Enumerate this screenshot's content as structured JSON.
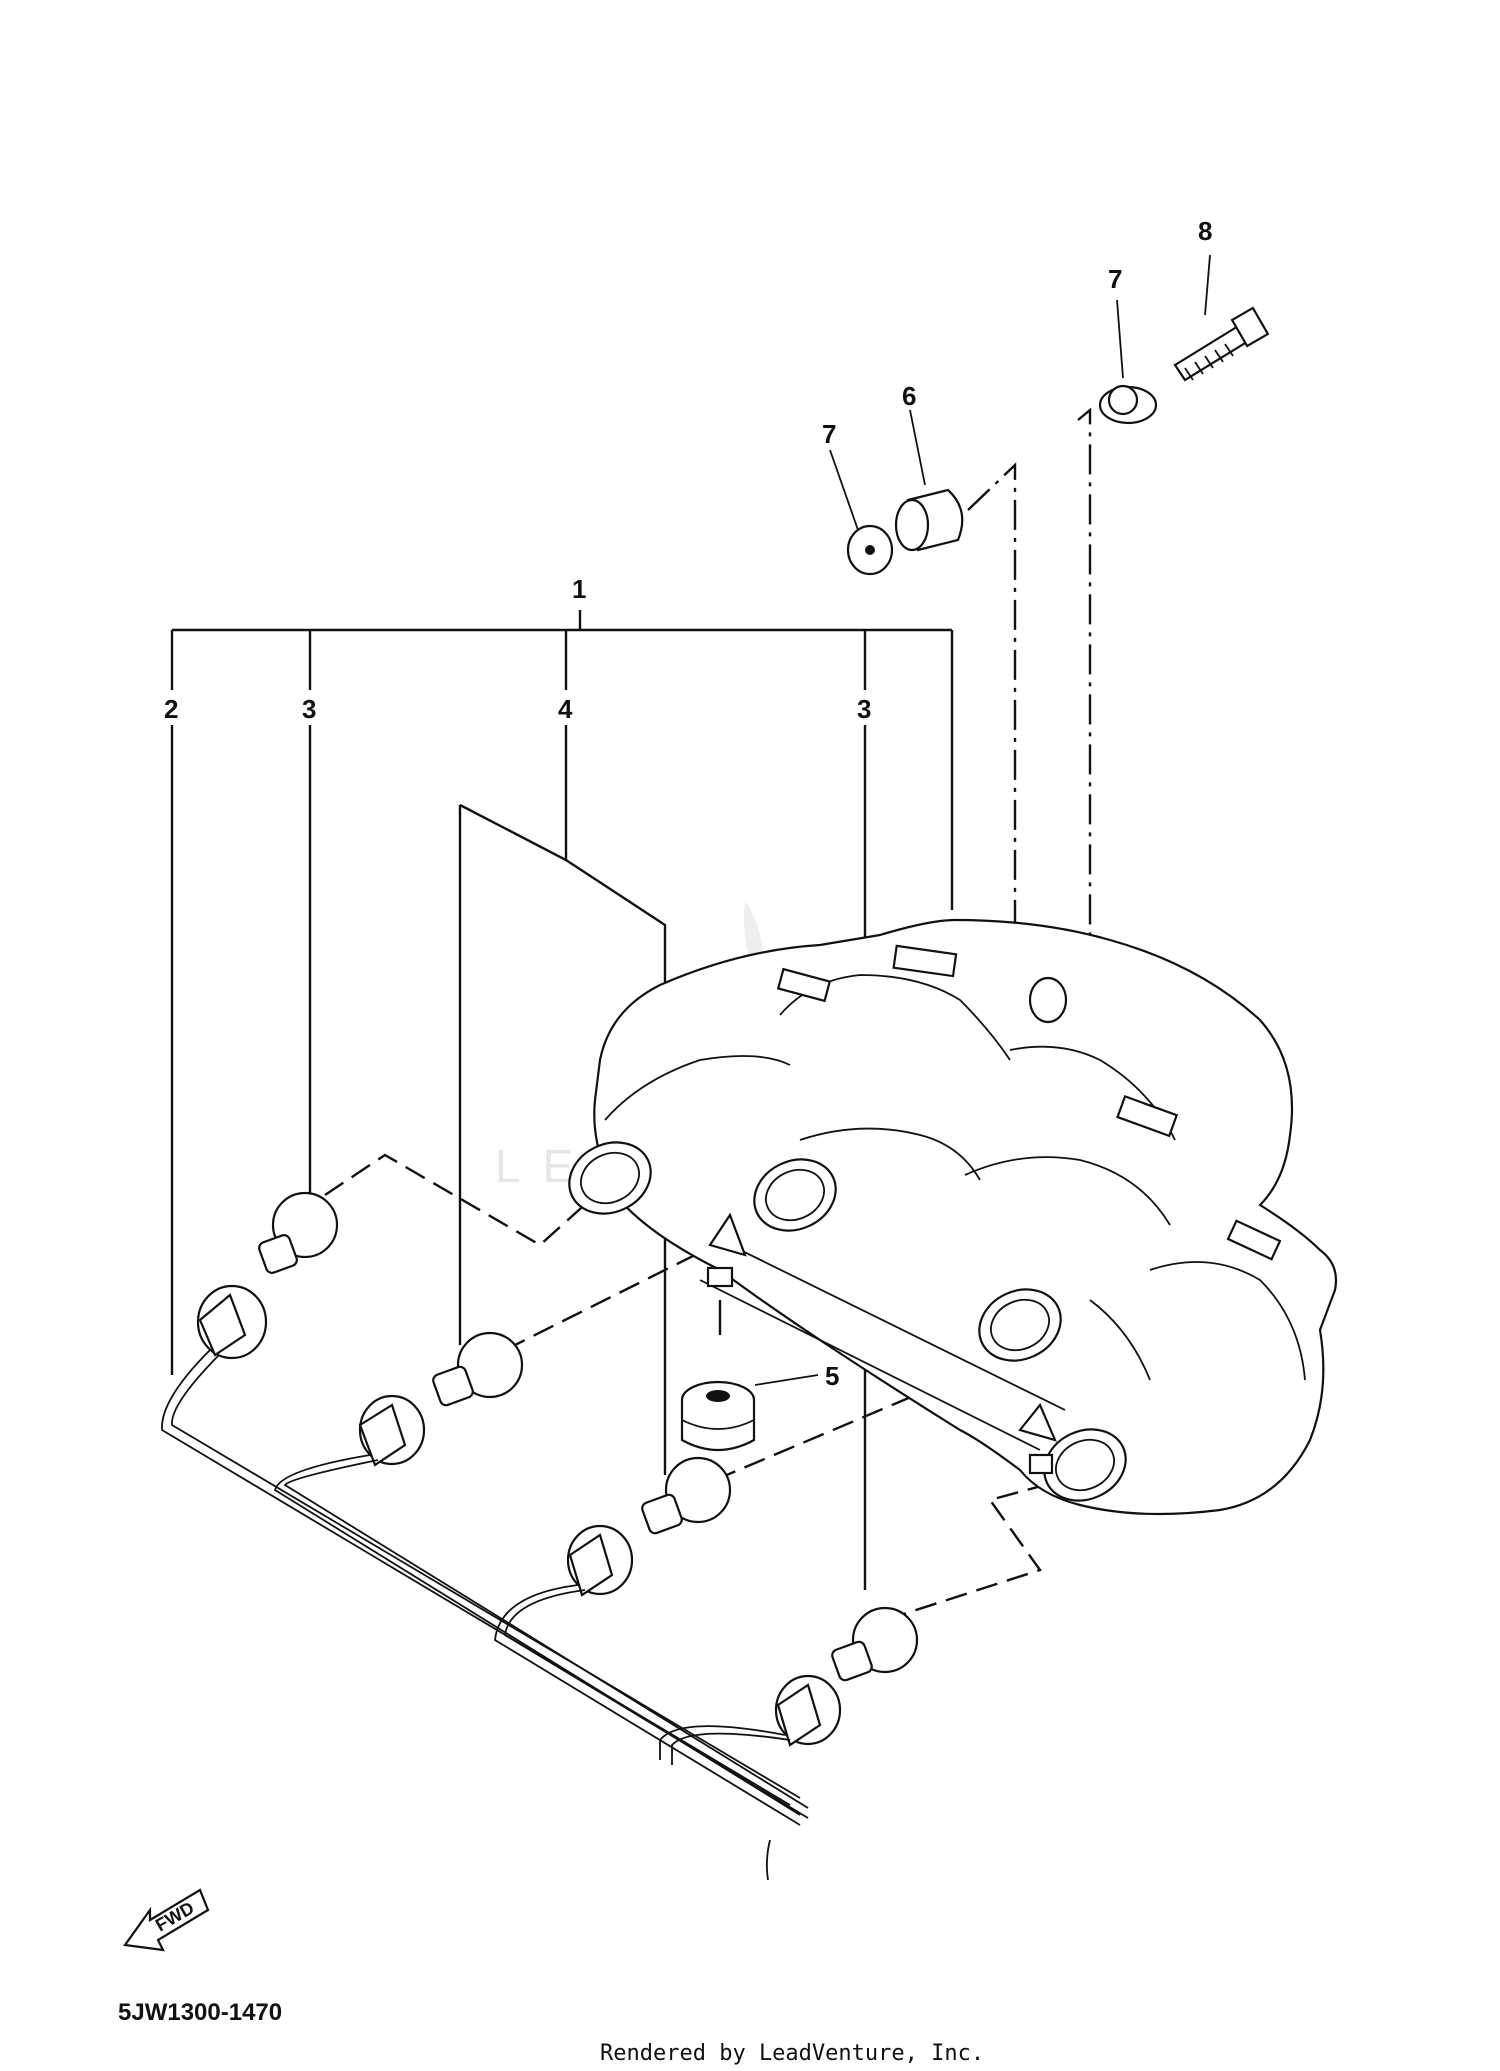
{
  "diagram": {
    "callouts": [
      {
        "id": "1",
        "label": "1"
      },
      {
        "id": "2",
        "label": "2"
      },
      {
        "id": "3a",
        "label": "3"
      },
      {
        "id": "3b",
        "label": "3"
      },
      {
        "id": "4",
        "label": "4"
      },
      {
        "id": "5",
        "label": "5"
      },
      {
        "id": "6",
        "label": "6"
      },
      {
        "id": "7a",
        "label": "7"
      },
      {
        "id": "7b",
        "label": "7"
      },
      {
        "id": "8",
        "label": "8"
      }
    ],
    "fwd_label": "FWD",
    "diagram_code": "5JW1300-1470",
    "watermark": "LEADVENTURE",
    "footer": "Rendered by LeadVenture, Inc."
  }
}
